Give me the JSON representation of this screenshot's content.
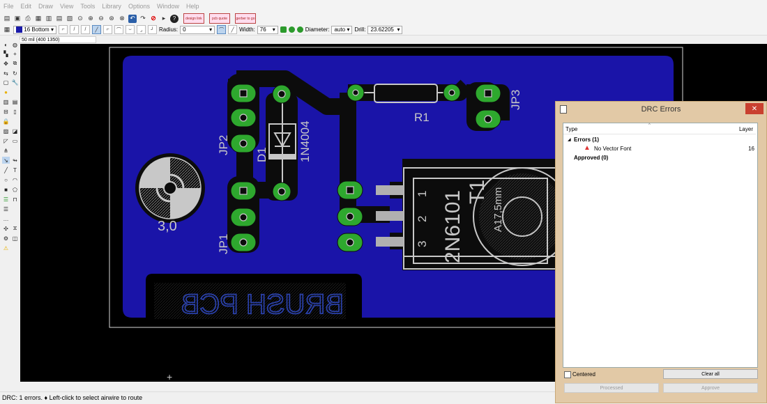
{
  "menu": [
    "File",
    "Edit",
    "Draw",
    "View",
    "Tools",
    "Library",
    "Options",
    "Window",
    "Help"
  ],
  "toolbar_cam": [
    "design link",
    "pcb quote",
    "gerber to go"
  ],
  "toolbar2": {
    "layer": "16 Bottom",
    "radius_label": "Radius:",
    "radius_value": "0",
    "width_label": "Width:",
    "width_value": "76",
    "diameter_label": "Diameter:",
    "diameter_value": "auto",
    "drill_label": "Drill:",
    "drill_value": "23.62205"
  },
  "coord_readout": "50 mil (400 1350)",
  "board": {
    "text_brush": "BRUSH PCB",
    "labels": {
      "jp1": "JP1",
      "jp2": "JP2",
      "jp3": "JP3",
      "d1": "D1",
      "diode": "1N4004",
      "r1": "R1",
      "transistor": "2N6101",
      "t1": "T1",
      "hole": "3,0",
      "heatsink": "A17,5mm",
      "pin1": "1",
      "pin2": "2",
      "pin3": "3"
    }
  },
  "colors": {
    "board": "#1a14a8",
    "copper": "#0c0c0c",
    "pad": "#2ea82e",
    "silk": "#c8c8c8",
    "bg": "#000000"
  },
  "status": "DRC: 1 errors.  ♦ Left-click to select airwire to route",
  "drc": {
    "title": "DRC Errors",
    "col_type": "Type",
    "col_layer": "Layer",
    "errors_group": "Errors (1)",
    "error_item": "No Vector Font",
    "error_layer": "16",
    "approved_group": "Approved (0)",
    "centered_label": "Centered",
    "clear_all": "Clear all",
    "processed": "Processed",
    "approve": "Approve"
  }
}
